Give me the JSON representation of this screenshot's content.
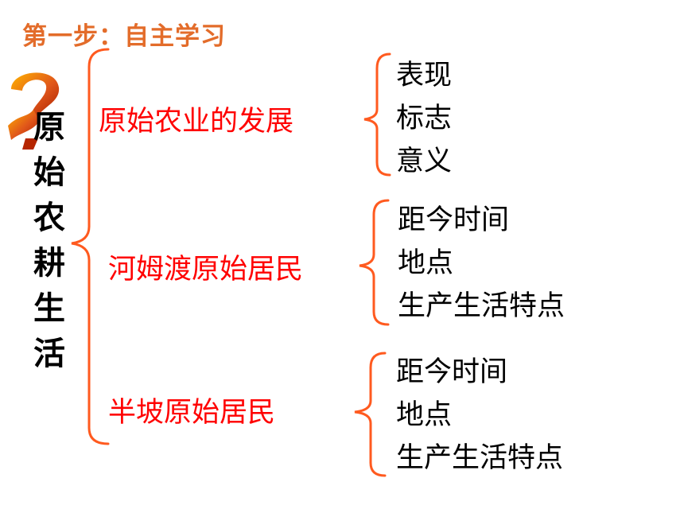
{
  "step_title": "第一步：自主学习",
  "main_title": [
    "原",
    "始",
    "农",
    "耕",
    "生",
    "活"
  ],
  "branches": [
    {
      "label": "原始农业的发展",
      "items": [
        "表现",
        "标志",
        "意义"
      ]
    },
    {
      "label": "河姆渡原始居民",
      "items": [
        "距今时间",
        "地点",
        "生产生活特点"
      ]
    },
    {
      "label": "半坡原始居民",
      "items": [
        "距今时间",
        "地点",
        "生产生活特点"
      ]
    }
  ],
  "colors": {
    "step": "#e36c2a",
    "branch": "#ff0000",
    "bracket": "#ff5a1f",
    "logo": "#c62800"
  }
}
